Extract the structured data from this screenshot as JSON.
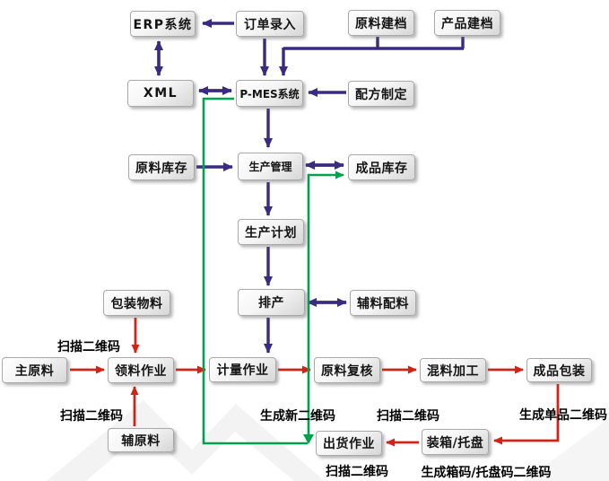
{
  "colors": {
    "arrow_purple": "#3a2b80",
    "arrow_red": "#cf2418",
    "arrow_green": "#00a14e",
    "box_border": "#a9a9a9",
    "text": "#141414",
    "background": "#ffffff"
  },
  "nodes": {
    "erp": {
      "label": "ERP系统"
    },
    "order_entry": {
      "label": "订单录入"
    },
    "material_archive": {
      "label": "原料建档"
    },
    "product_archive": {
      "label": "产品建档"
    },
    "xml": {
      "label": "XML"
    },
    "pmes": {
      "label": "P-MES系统"
    },
    "recipe": {
      "label": "配方制定"
    },
    "material_inventory": {
      "label": "原料库存"
    },
    "production_mgmt": {
      "label": "生产管理"
    },
    "finished_inventory": {
      "label": "成品库存"
    },
    "production_plan": {
      "label": "生产计划"
    },
    "scheduling": {
      "label": "排产"
    },
    "aux_batching": {
      "label": "辅料配料"
    },
    "packaging_material": {
      "label": "包装物料"
    },
    "main_material": {
      "label": "主原料"
    },
    "picking": {
      "label": "领料作业"
    },
    "metering": {
      "label": "计量作业"
    },
    "material_recheck": {
      "label": "原料复核"
    },
    "mixing": {
      "label": "混料加工"
    },
    "finished_packaging": {
      "label": "成品包装"
    },
    "aux_material": {
      "label": "辅原料"
    },
    "shipping": {
      "label": "出货作业"
    },
    "boxing_pallet": {
      "label": "装箱/托盘"
    }
  },
  "annotations": {
    "scan_qr_pick": {
      "label": "扫描二维码"
    },
    "scan_qr_aux": {
      "label": "扫描二维码"
    },
    "gen_new_qr": {
      "label": "生成新二维码"
    },
    "scan_qr_recheck": {
      "label": "扫描二维码"
    },
    "gen_item_qr": {
      "label": "生成单品二维码"
    },
    "scan_qr_ship": {
      "label": "扫描二维码"
    },
    "gen_box_pallet_qr": {
      "label": "生成箱码/托盘码二维码"
    }
  }
}
